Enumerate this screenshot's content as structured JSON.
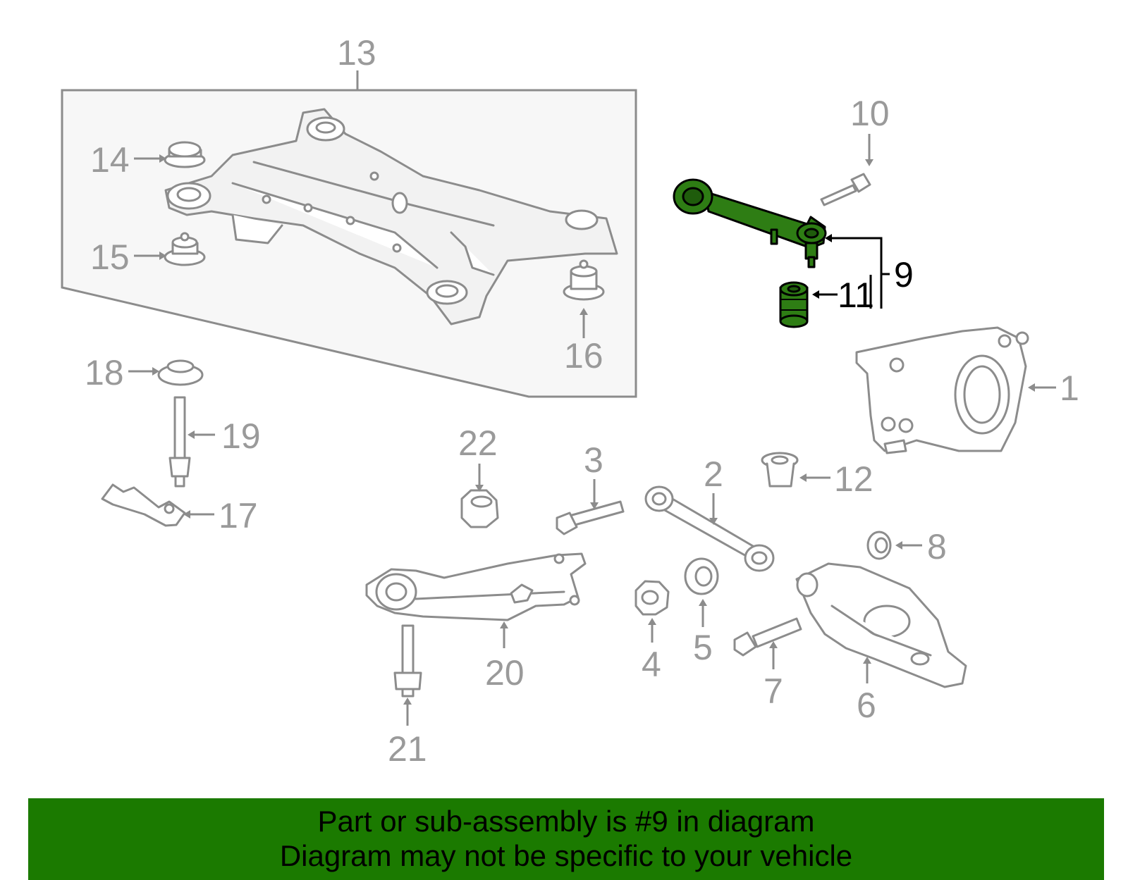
{
  "callouts": {
    "c1": "1",
    "c2": "2",
    "c3": "3",
    "c4": "4",
    "c5": "5",
    "c6": "6",
    "c7": "7",
    "c8": "8",
    "c9": "9",
    "c10": "10",
    "c11": "11",
    "c12": "12",
    "c13": "13",
    "c14": "14",
    "c15": "15",
    "c16": "16",
    "c17": "17",
    "c18": "18",
    "c19": "19",
    "c20": "20",
    "c21": "21",
    "c22": "22"
  },
  "highlighted_part": "9",
  "colors": {
    "highlight": "#2e7d14",
    "banner": "#1b7a00",
    "line_art": "#8c8c8c"
  },
  "banner": {
    "line1": "Part or sub-assembly is #9 in diagram",
    "line2": "Diagram may not be specific to your vehicle"
  }
}
